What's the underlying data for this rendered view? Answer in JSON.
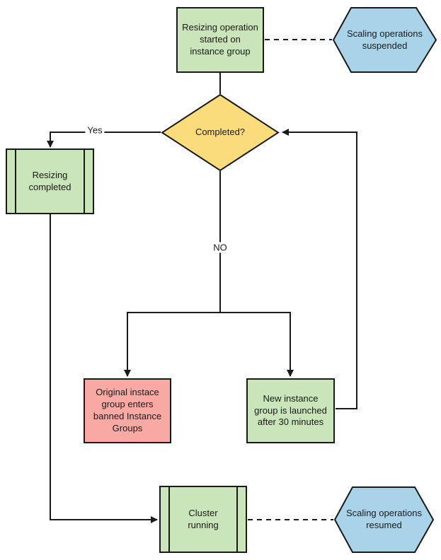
{
  "colors": {
    "green": "#c9e5b9",
    "yellow": "#fbdc7d",
    "blue": "#a9d3e9",
    "pink": "#f9a9a3",
    "stroke": "#1a1a1a"
  },
  "nodes": {
    "start": {
      "label": "Resizing operation\nstarted on\ninstance group"
    },
    "suspended": {
      "label": "Scaling operations\nsuspended"
    },
    "decision": {
      "label": "Completed?"
    },
    "resizing_completed": {
      "label": "Resizing\ncompleted"
    },
    "banned": {
      "label": "Original instace\ngroup enters\nbanned Instance\nGroups"
    },
    "new_instance": {
      "label": "New instance\ngroup is launched\nafter 30 minutes"
    },
    "cluster": {
      "label": "Cluster\nrunning"
    },
    "resumed": {
      "label": "Scaling operations\nresumed"
    }
  },
  "edges": {
    "yes_label": "Yes",
    "no_label": "NO"
  }
}
